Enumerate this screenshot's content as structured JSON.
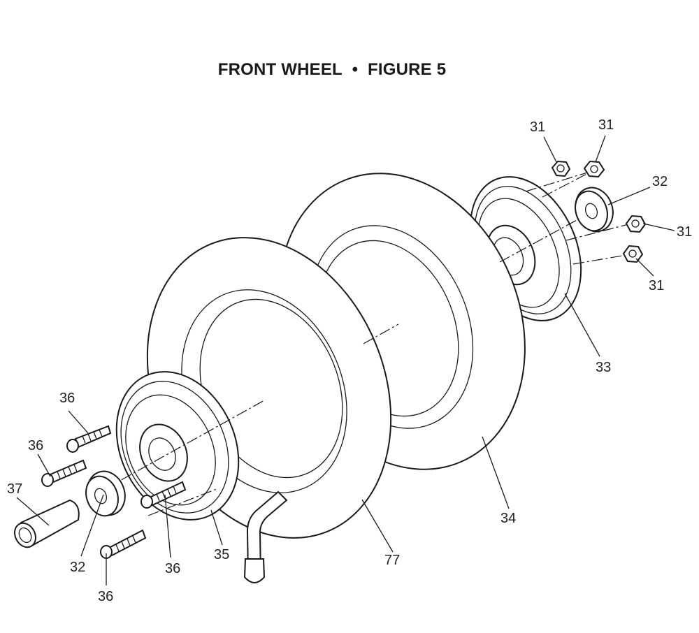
{
  "title": {
    "left": "FRONT WHEEL",
    "separator": "•",
    "right": "FIGURE 5"
  },
  "callouts": {
    "c31_a": "31",
    "c31_b": "31",
    "c31_c": "31",
    "c31_d": "31",
    "c32_rear": "32",
    "c33": "33",
    "c34": "34",
    "c35": "35",
    "c77": "77",
    "c36_a": "36",
    "c36_b": "36",
    "c36_c": "36",
    "c36_d": "36",
    "c37": "37",
    "c32_front": "32"
  }
}
